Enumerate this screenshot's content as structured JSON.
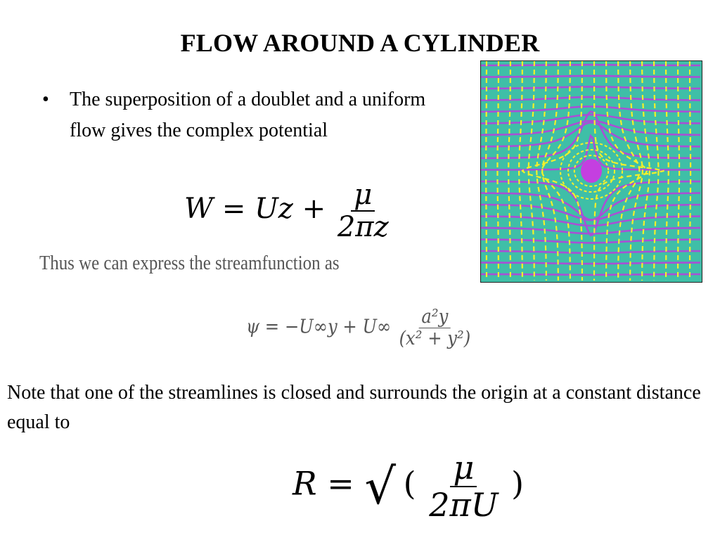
{
  "title": "FLOW AROUND A CYLINDER",
  "bullet": {
    "mark": "•",
    "text": "The superposition of a doublet and a uniform flow gives the complex potential"
  },
  "equation_w": {
    "lhs": "W",
    "eq": "=",
    "term1": "Uz",
    "plus": "+",
    "numerator": "μ",
    "denominator": "2πz"
  },
  "stream_text": "Thus we can express the streamfunction as",
  "equation_psi": {
    "lhs": "ψ",
    "rhs": "= −U∞y + U∞",
    "numerator": "a²y",
    "denominator": "(x² + y²)"
  },
  "note": "Note that one of the streamlines is closed and surrounds the origin at a constant distance equal to",
  "equation_r": {
    "lhs": "R",
    "eq": "=",
    "sqrt": "√",
    "open": "(",
    "numerator": "μ",
    "denominator": "2πU",
    "close": ")"
  },
  "figure": {
    "background_color": "#3fbfa7",
    "streamline_color": "#a94fd6",
    "potential_line_color": "#f4f02a",
    "doublet_color": "#c43fe0"
  }
}
